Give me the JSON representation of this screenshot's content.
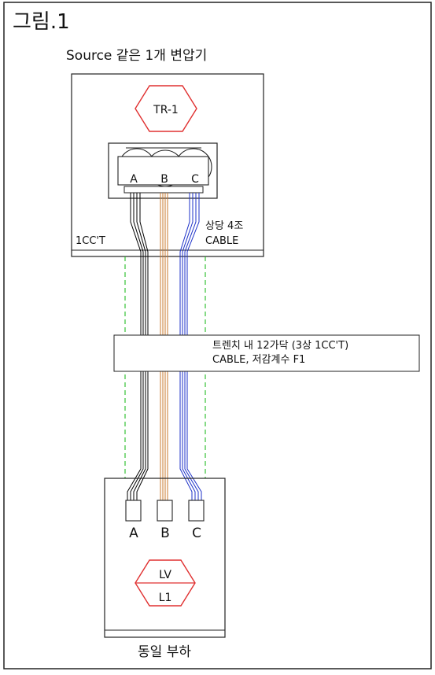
{
  "figure_title": "그림.1",
  "source_caption": "Source 같은 1개 변압기",
  "transformer": {
    "label": "TR-1"
  },
  "bus_phases": [
    "A",
    "B",
    "C"
  ],
  "cable_left_label": "1CC'T",
  "cable_right_label": [
    "상당 4조",
    "CABLE"
  ],
  "trench_note": [
    "트렌치 내 12가닥 (3상 1CC'T)",
    "CABLE, 저감계수 F1"
  ],
  "load_phases": [
    "A",
    "B",
    "C"
  ],
  "load_symbol": {
    "top": "LV",
    "bottom": "L1"
  },
  "load_caption": "동일 부하",
  "colors": {
    "phase_a": "#000000",
    "phase_b": "#c8782d",
    "phase_c": "#1e32c8",
    "symbol": "#e03030",
    "trench_dash": "#22bb22"
  }
}
